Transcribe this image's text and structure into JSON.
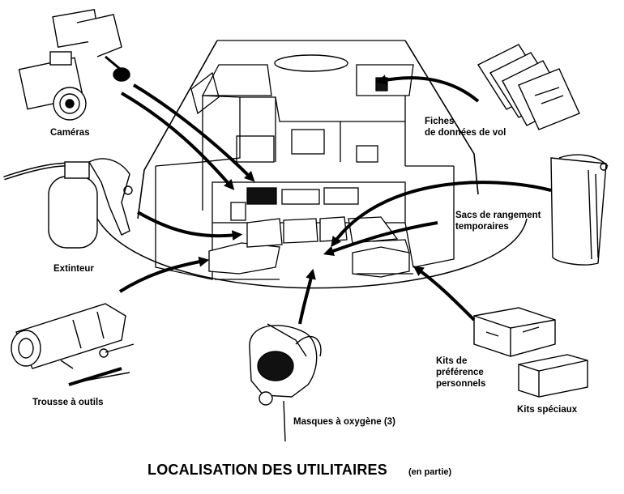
{
  "labels": {
    "cameras": "Caméras",
    "extinguisher": "Extinteur",
    "toolkit": "Trousse à outils",
    "oxygen_masks": "Masques à oxygène (3)",
    "flight_data_line1": "Fiches",
    "flight_data_line2": "de données de vol",
    "storage_bags_line1": "Sacs de rangement",
    "storage_bags_line2": "temporaires",
    "personal_kits_line1": "Kits de",
    "personal_kits_line2": "préférence",
    "personal_kits_line3": "personnels",
    "special_kits": "Kits spéciaux"
  },
  "title": "LOCALISATION DES UTILITAIRES",
  "subtitle": "(en partie)"
}
